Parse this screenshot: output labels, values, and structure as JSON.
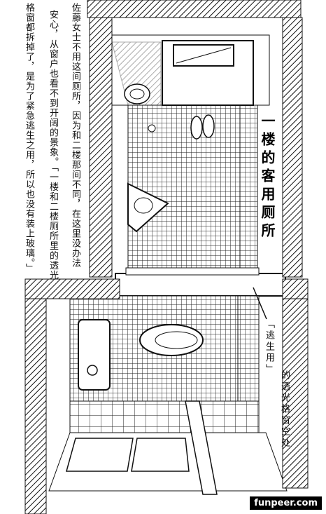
{
  "narration": {
    "col1": "佐藤女士不用这间厕所，因为和二楼那间不同，在这里没办法",
    "col2": "安心，从窗户也看不到开阔的景象。「一楼和二楼厕所里的透光",
    "col3": "格窗都拆掉了，是为了紧急逃生之用，所以也没有装上玻璃。」"
  },
  "title": "一楼的客用厕所",
  "annotation": {
    "quoted": "「逃生用」",
    "rest": "的透光格窗空处"
  },
  "watermark": "funpeer.com"
}
